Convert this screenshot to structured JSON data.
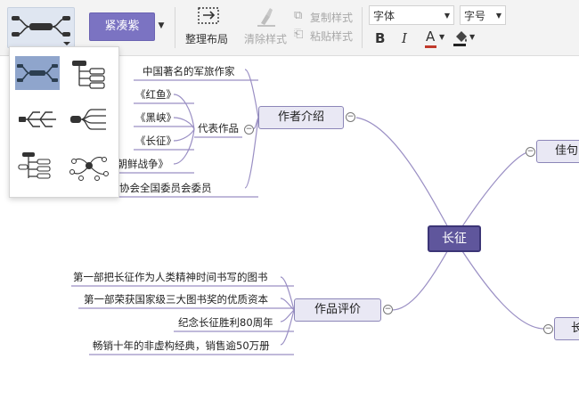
{
  "toolbar": {
    "layout_icon": "mindmap-layout-icon",
    "theme_label": "紧凑紫",
    "arrange_label": "整理布局",
    "clear_style_label": "清除样式",
    "copy_style_label": "复制样式",
    "paste_style_label": "粘贴样式",
    "font_placeholder": "字体",
    "font_size_placeholder": "字号",
    "bold_label": "B",
    "italic_label": "I",
    "font_color_label": "A",
    "accent_color": "#5f569c"
  },
  "layout_popup": {
    "options": [
      "mindmap",
      "logical-right",
      "fishbone",
      "tree-right",
      "org-chart",
      "free-form"
    ],
    "selected": "mindmap"
  },
  "mindmap": {
    "root": "长征",
    "branches": [
      {
        "label": "作者介绍",
        "children": [
          {
            "label": "中国著名的军旅作家"
          },
          {
            "label": "代表作品",
            "children": [
              "《红鱼》",
              "《黑峡》",
              "《长征》",
              "《朝鲜战争》"
            ]
          },
          {
            "label": "中国作家协会全国委员会委员"
          }
        ]
      },
      {
        "label": "作品评价",
        "children": [
          "第一部把长征作为人类精神时间书写的图书",
          "第一部荣获国家级三大图书奖的优质资本",
          "纪念长征胜利80周年",
          "畅销十年的非虚构经典，销售逾50万册"
        ]
      },
      {
        "label": "佳句"
      },
      {
        "label": "长"
      }
    ]
  }
}
